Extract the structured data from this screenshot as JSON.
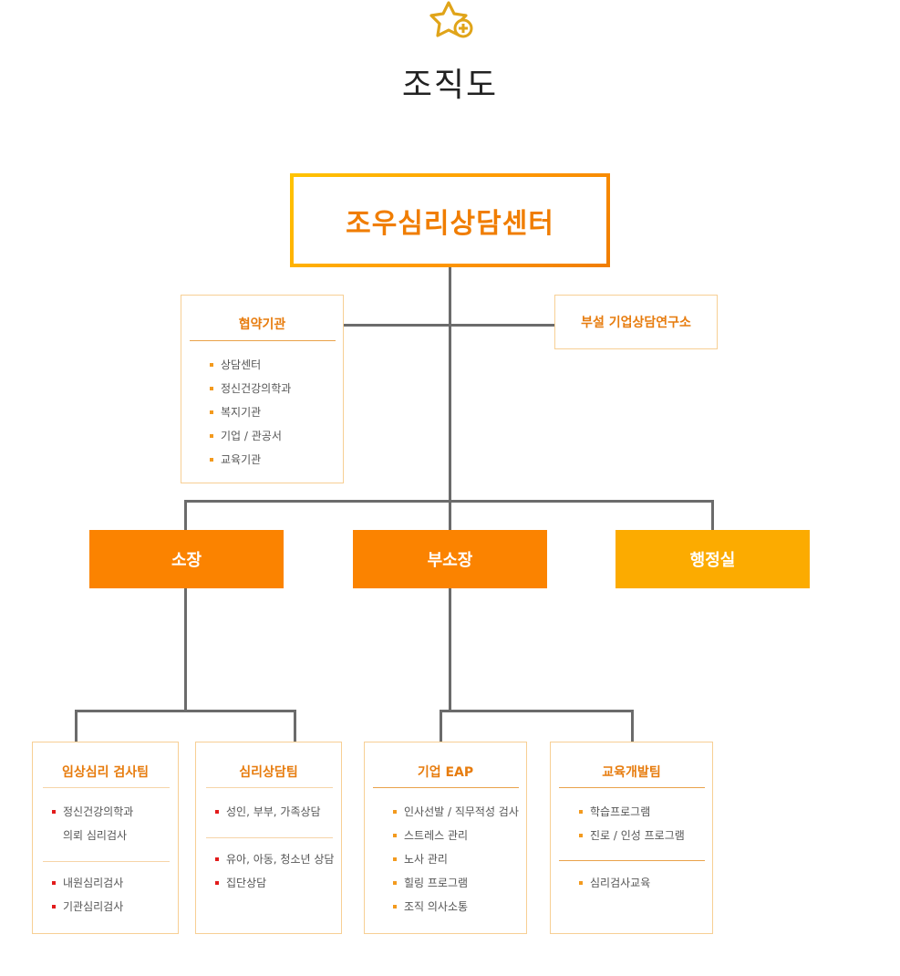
{
  "header": {
    "title": "조직도",
    "icon": "star-plus-icon",
    "icon_color": "#e0a419"
  },
  "center": {
    "label": "조우심리상담센터"
  },
  "partners": {
    "title": "협약기관",
    "items": [
      "상담센터",
      "정신건강의학과",
      "복지기관",
      "기업 / 관공서",
      "교육기관"
    ]
  },
  "lab": {
    "label": "부설 기업상담연구소"
  },
  "roles": [
    {
      "label": "소장",
      "color": "#fb8300"
    },
    {
      "label": "부소장",
      "color": "#fb8300"
    },
    {
      "label": "행정실",
      "color": "#fcab00"
    }
  ],
  "teams": {
    "clinical": {
      "title": "임상심리 검사팀",
      "group1": [
        "정신건강의학과",
        "의뢰 심리검사"
      ],
      "group2": [
        "내원심리검사",
        "기관심리검사"
      ]
    },
    "counseling": {
      "title": "심리상담팀",
      "group1": [
        "성인, 부부, 가족상담"
      ],
      "group2": [
        "유아, 아동, 청소년 상담",
        "집단상담"
      ]
    },
    "eap": {
      "title": "기업 EAP",
      "items": [
        "인사선발 / 직무적성 검사",
        "스트레스 관리",
        "노사 관리",
        "힐링 프로그램",
        "조직 의사소통"
      ]
    },
    "education": {
      "title": "교육개발팀",
      "group1": [
        "학습프로그램",
        "진로 / 인성 프로그램"
      ],
      "group2": [
        "심리검사교육"
      ]
    }
  },
  "colors": {
    "accent": "#f07d00",
    "line": "#6b6b6b",
    "panel_border": "#f7cf94",
    "bullet_orange": "#f39a1e",
    "bullet_red": "#e21b1b"
  }
}
